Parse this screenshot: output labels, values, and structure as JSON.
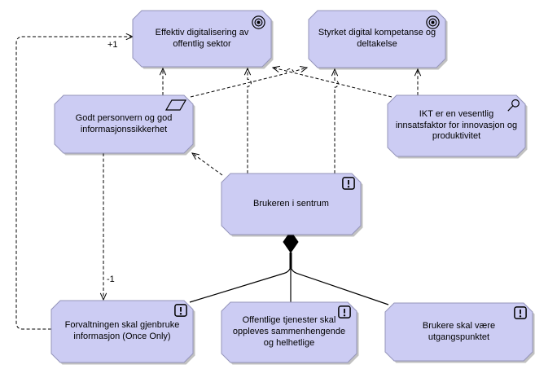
{
  "diagram": {
    "type": "archimate-motivation-view",
    "colors": {
      "background": "#ffffff",
      "node_fill": "#ccccf3",
      "node_border": "#9595ba",
      "node_shadow": "#c1c1c1",
      "edge_color": "#000000"
    },
    "nodes": [
      {
        "id": "effektiv-digitalisering",
        "type": "goal",
        "icon": "goal-icon",
        "label": "Effektiv digitalisering av offentlig sektor"
      },
      {
        "id": "styrket-digital-kompetanse",
        "type": "goal",
        "icon": "goal-icon",
        "label": "Styrket digital kompetanse og deltakelse"
      },
      {
        "id": "godt-personvern",
        "type": "requirement",
        "icon": "requirement-icon",
        "label": "Godt personvern og god informasjonssikkerhet"
      },
      {
        "id": "ikt-innsatsfaktor",
        "type": "assessment",
        "icon": "assessment-icon",
        "label": "IKT er en vesentlig innsatsfaktor for innovasjon og produktivitet"
      },
      {
        "id": "brukeren-i-sentrum",
        "type": "principle",
        "icon": "principle-icon",
        "label": "Brukeren i sentrum"
      },
      {
        "id": "forvaltningen-once-only",
        "type": "principle",
        "icon": "principle-icon",
        "label": "Forvaltningen skal gjenbruke informasjon (Once Only)"
      },
      {
        "id": "offentlige-tjenester",
        "type": "principle",
        "icon": "principle-icon",
        "label": "Offentlige tjenester skal oppleves sammenhengende og helhetlige"
      },
      {
        "id": "brukere-utgangspunktet",
        "type": "principle",
        "icon": "principle-icon",
        "label": "Brukere skal være utgangspunktet"
      }
    ],
    "edge_labels": {
      "plus_one": "+1",
      "minus_one": "-1"
    },
    "edges": [
      {
        "from": "forvaltningen-once-only",
        "to": "effektiv-digitalisering",
        "type": "influence",
        "label": "+1"
      },
      {
        "from": "godt-personvern",
        "to": "effektiv-digitalisering",
        "type": "influence"
      },
      {
        "from": "godt-personvern",
        "to": "forvaltningen-once-only",
        "type": "influence",
        "label": "-1"
      },
      {
        "from": "godt-personvern",
        "to": "styrket-digital-kompetanse",
        "type": "influence"
      },
      {
        "from": "ikt-innsatsfaktor",
        "to": "effektiv-digitalisering",
        "type": "influence"
      },
      {
        "from": "ikt-innsatsfaktor",
        "to": "styrket-digital-kompetanse",
        "type": "influence"
      },
      {
        "from": "brukeren-i-sentrum",
        "to": "effektiv-digitalisering",
        "type": "influence"
      },
      {
        "from": "brukeren-i-sentrum",
        "to": "styrket-digital-kompetanse",
        "type": "influence"
      },
      {
        "from": "brukeren-i-sentrum",
        "to": "godt-personvern",
        "type": "influence"
      },
      {
        "from": "brukeren-i-sentrum",
        "to": "forvaltningen-once-only",
        "type": "composition"
      },
      {
        "from": "brukeren-i-sentrum",
        "to": "offentlige-tjenester",
        "type": "composition"
      },
      {
        "from": "brukeren-i-sentrum",
        "to": "brukere-utgangspunktet",
        "type": "composition"
      }
    ]
  }
}
